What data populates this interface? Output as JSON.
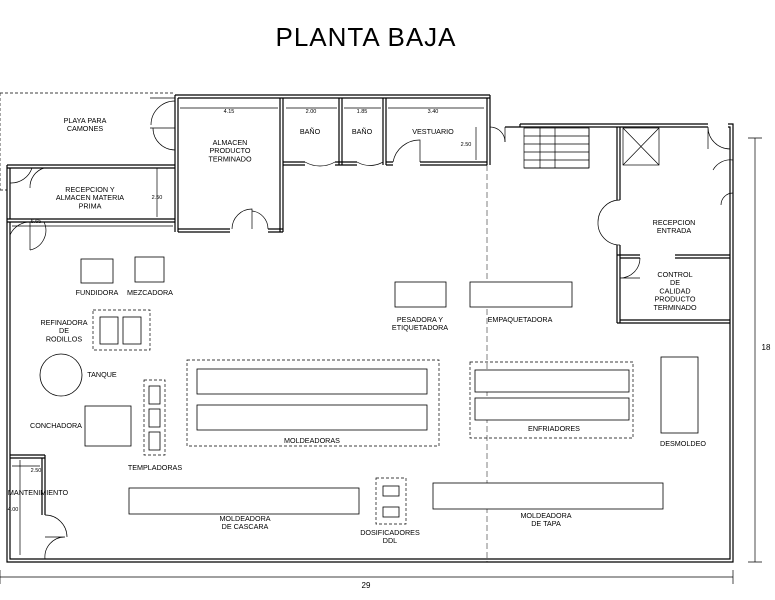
{
  "title": "PLANTA  BAJA",
  "rooms": {
    "playa": "PLAYA PARA|CAMONES",
    "almacen_producto": "ALMACEN|PRODUCTO|TERMINADO",
    "bano1": "BAÑO",
    "bano2": "BAÑO",
    "vestuario": "VESTUARIO",
    "recepcion_almacen": "RECEPCION Y|ALMACEN MATERIA|PRIMA",
    "recepcion_entrada": "RECEPCION|ENTRADA",
    "control_calidad": "CONTROL|DE|CALIDAD|PRODUCTO|TERMINADO",
    "mantenimiento": "MANTENIMIENTO"
  },
  "equipment": {
    "fundidora": "FUNDIDORA",
    "mezcadora": "MEZCADORA",
    "refinadora": "REFINADORA|DE|RODILLOS",
    "tanque": "TANQUE",
    "conchadora": "CONCHADORA",
    "templadoras": "TEMPLADORAS",
    "moldeadoras": "MOLDEADORAS",
    "pesadora": "PESADORA Y|ETIQUETADORA",
    "empaquetadora": "EMPAQUETADORA",
    "enfriadores": "ENFRIADORES",
    "desmoldeo": "DESMOLDEO",
    "moldeadora_cascara": "MOLDEADORA|DE CASCARA",
    "dosificadores": "DOSIFICADORES|DDL",
    "moldeadora_tapa": "MOLDEADORA|DE TAPA"
  },
  "dimensions": {
    "almacen_width": "4.15",
    "bano1_width": "2.00",
    "bano2_width": "1.85",
    "vestuario_width": "3.40",
    "vestuario_depth": "2.50",
    "recepcion_depth": "2.50",
    "recepcion_width": "6.65",
    "mant_width": "2.50",
    "mant_depth": "4.00",
    "total_width": "29",
    "total_depth": "18"
  }
}
